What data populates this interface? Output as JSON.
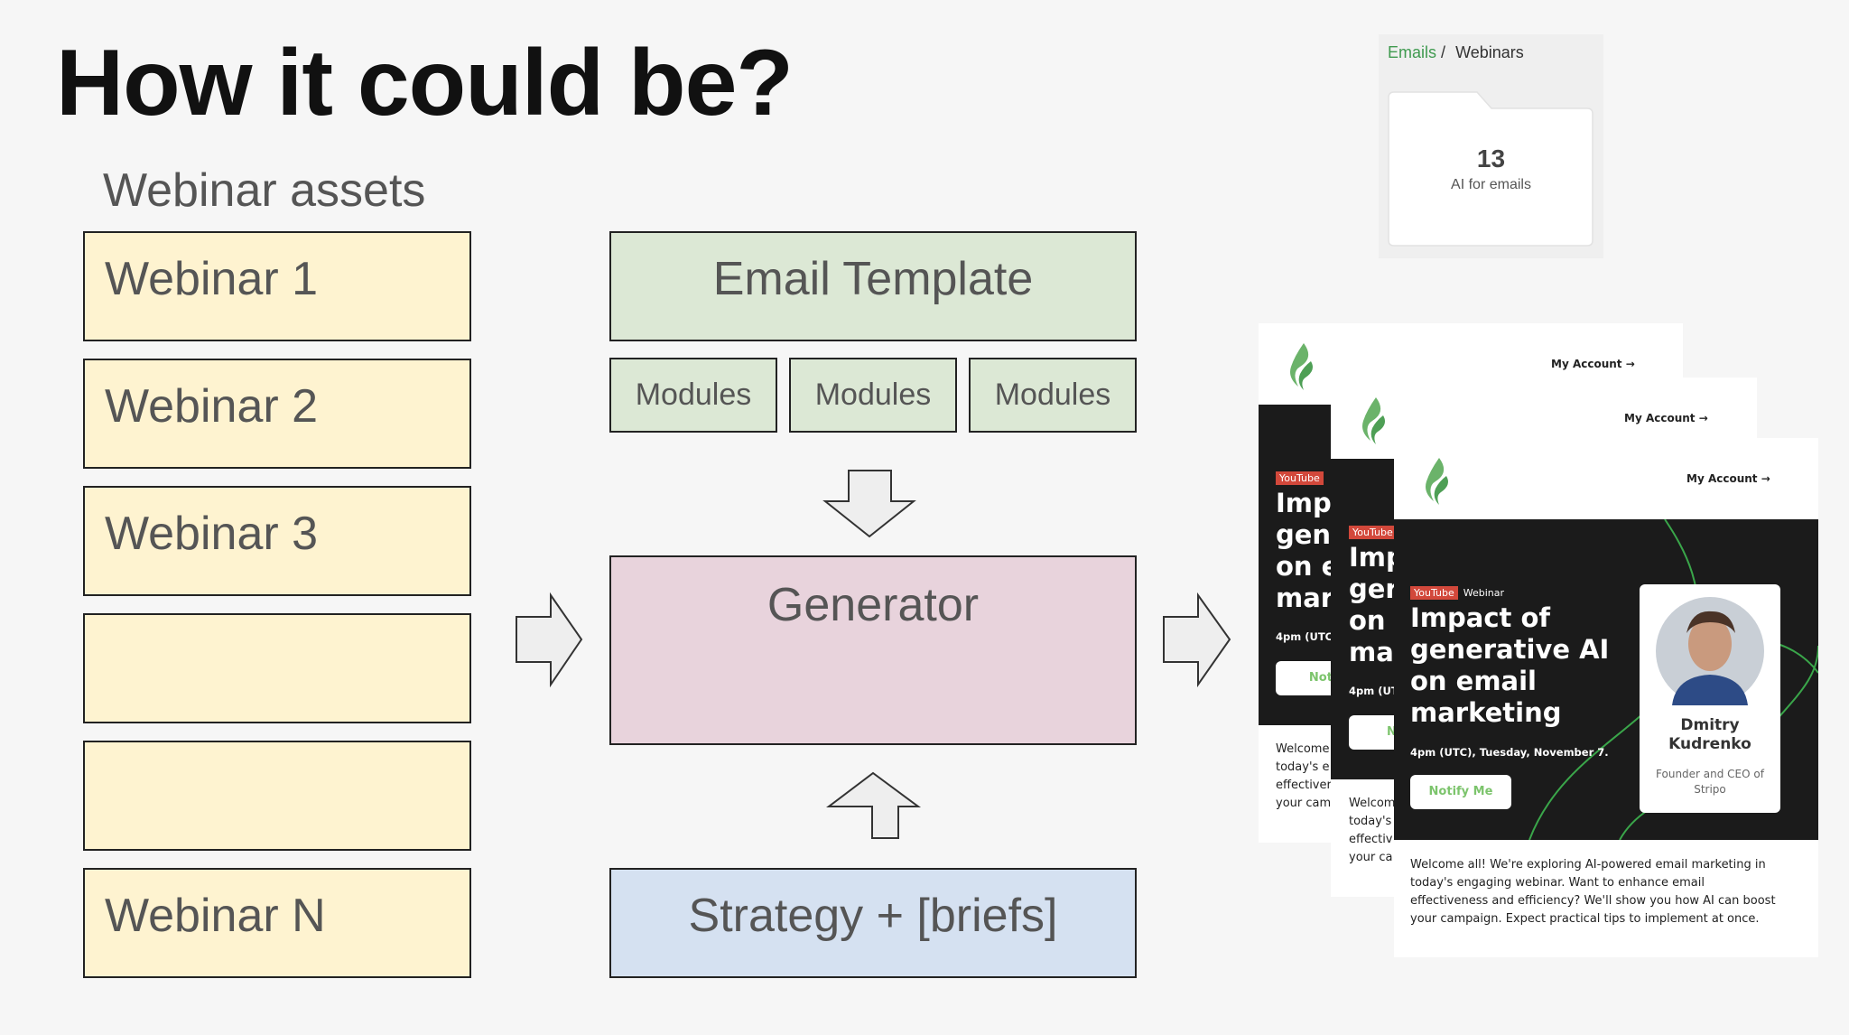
{
  "title": "How it could be?",
  "assets_label": "Webinar assets",
  "webinars": [
    "Webinar 1",
    "Webinar 2",
    "Webinar 3",
    "",
    "",
    "Webinar N"
  ],
  "email_template": "Email Template",
  "modules": [
    "Modules",
    "Modules",
    "Modules"
  ],
  "generator": "Generator",
  "strategy": "Strategy + [briefs]",
  "colors": {
    "yellow": "#fef3d0",
    "green": "#dce8d5",
    "pink": "#e8d3dc",
    "blue": "#d5e1f1",
    "brand_green": "#3f9a4f",
    "youtube_red": "#d2483b"
  },
  "breadcrumb": {
    "root": "Emails",
    "separator": "/",
    "current": "Webinars"
  },
  "folder": {
    "count": "13",
    "label": "AI for emails"
  },
  "email": {
    "account": "My Account",
    "arrow": "→",
    "tag_youtube": "YouTube",
    "tag_webinar": "Webinar",
    "headline_lines": [
      "Impact of",
      "generative AI",
      "on email",
      "marketing"
    ],
    "date": "4pm (UTC), Tuesday, November 7.",
    "date_short": "4pm (UTC",
    "date_shorter": "4pm (UT",
    "notify": "Notify Me",
    "notify_short": "Notif",
    "notify_shorter": "Not",
    "speaker_name_lines": [
      "Dmitry",
      "Kudrenko"
    ],
    "speaker_role_lines": [
      "Founder and CEO of",
      "Stripo"
    ],
    "body_lines": [
      "Welcome all! We're exploring AI-powered email marketing in",
      "today's engaging webinar. Want to enhance email",
      "effectiveness and efficiency? We'll show you how AI can boost",
      "your campaign. Expect practical tips to implement at once."
    ],
    "back_headline": [
      "Imp",
      "gen",
      "on e",
      "mar"
    ],
    "mid_headline": [
      "Imp",
      "ger",
      "on",
      "ma"
    ],
    "back_body": [
      "Welcome",
      "today's e",
      "effectiver",
      "your cam"
    ],
    "mid_body": [
      "Welcom",
      "today's",
      "effectiv",
      "your ca"
    ]
  }
}
